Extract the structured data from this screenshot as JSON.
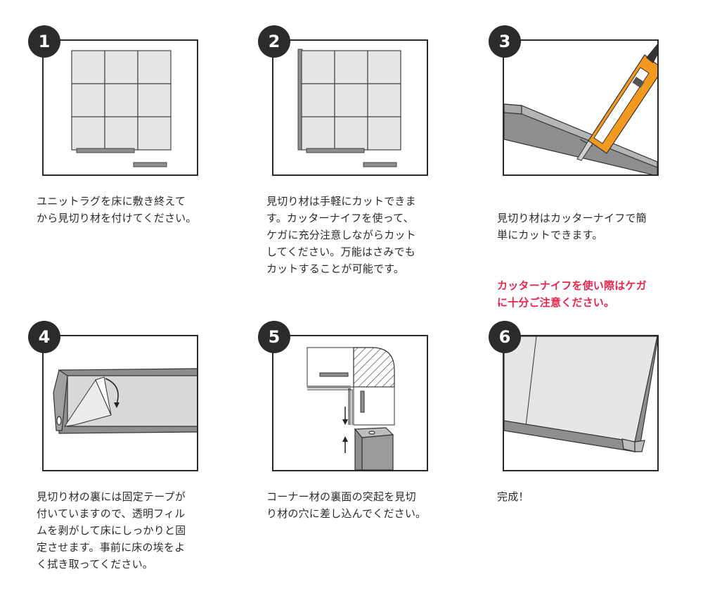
{
  "steps": [
    {
      "number": "1",
      "text": "ユニットラグを床に敷き終えて\nから見切り材を付けてください。"
    },
    {
      "number": "2",
      "text": "見切り材は手軽にカットできま\nす。カッターナイフを使って、\nケガに充分注意しながらカット\nしてください。万能はさみでも\nカットすることが可能です。"
    },
    {
      "number": "3",
      "text": "見切り材はカッターナイフで簡\n単にカットできます。",
      "warning": "カッターナイフを使い際はケガ\nに十分ご注意ください。"
    },
    {
      "number": "4",
      "text": "見切り材の裏には固定テープが\n付いていますので、透明フィル\nムを剥がして床にしっかりと固\n定させます。事前に床の埃をよ\nく拭き取ってください。"
    },
    {
      "number": "5",
      "text": "コーナー材の裏面の突起を見切\nり材の穴に差し込んでください。"
    },
    {
      "number": "6",
      "text": "完成！"
    }
  ],
  "colors": {
    "badge": "#2b2b2b",
    "tile": "#e6e6e6",
    "trim": "#8e8e8e",
    "knife": "#f39a1e",
    "warning": "#e5264d"
  }
}
